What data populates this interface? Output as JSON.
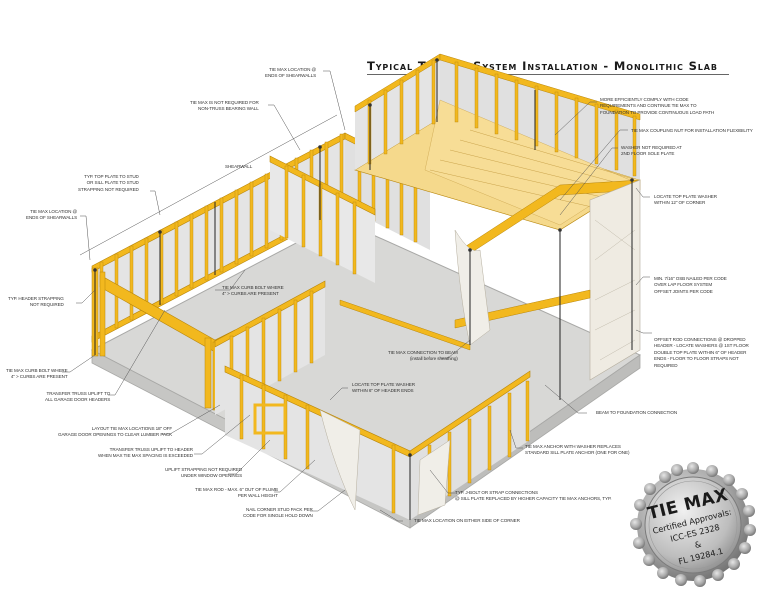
{
  "title": "Typical Tie Max System Installation - Monolithic Slab",
  "colors": {
    "framing": "#F2B81E",
    "framing_edge": "#B8860B",
    "slab": "#D8D8D6",
    "slab_edge": "#A8A8A6",
    "floor_interior": "#CFCFCF",
    "wall_background": "#E4E4E4",
    "subfloor": "#F5D98C",
    "sheathing": "#EFEBE2",
    "rod": "#222222",
    "leader": "#555555",
    "text": "#333333",
    "seal_outer": "#8A8A8A",
    "seal_inner": "#BDBDBD"
  },
  "annotations": [
    {
      "id": "tie-max-location-top",
      "lines": [
        "TIE MAX LOCATION @",
        "ENDS OF SHEARWALLS"
      ]
    },
    {
      "id": "not-required-non-truss",
      "lines": [
        "TIE MAX IS NOT REQUIRED FOR",
        "NON-TRUSS BEARING WALL"
      ]
    },
    {
      "id": "shearwall",
      "lines": [
        "SHEARWALL"
      ]
    },
    {
      "id": "top-plate-strapping",
      "lines": [
        "TYP. TOP PLATE TO STUD",
        "OR SILL PLATE TO STUD",
        "STRAPPING NOT REQUIRED"
      ]
    },
    {
      "id": "tie-max-location-left",
      "lines": [
        "TIE MAX LOCATION @",
        "ENDS OF SHEARWALLS"
      ]
    },
    {
      "id": "header-strapping",
      "lines": [
        "TYP. HEADER STRAPPING",
        "NOT REQUIRED"
      ]
    },
    {
      "id": "curb-bolt-interior",
      "lines": [
        "TIE MAX CURB BOLT WHERE",
        "4\" > CURBS ARE PRESENT"
      ]
    },
    {
      "id": "curb-bolt-left",
      "lines": [
        "TIE MAX CURB BOLT WHERE",
        "4\" > CURBS ARE PRESENT"
      ]
    },
    {
      "id": "transfer-truss-garage",
      "lines": [
        "TRANSFER TRUSS UPLIFT TO",
        "ALL GARAGE DOOR HEADERS"
      ]
    },
    {
      "id": "layout-garage",
      "lines": [
        "LAYOUT TIE MAX LOCATIONS 18\" OFF",
        "GARAGE DOOR OPENINGS TO CLEAR LUMBER PACK"
      ]
    },
    {
      "id": "transfer-truss-header",
      "lines": [
        "TRANSFER TRUSS UPLIFT TO HEADER",
        "WHEN MAX TIE MAX SPACING IS EXCEEDED"
      ]
    },
    {
      "id": "uplift-strapping-window",
      "lines": [
        "UPLIFT STRAPPING NOT REQUIRED",
        "UNDER WINDOW OPENINGS"
      ]
    },
    {
      "id": "rod-plumb",
      "lines": [
        "TIE MAX ROD - MAX. 6\" OUT OF PLUMB",
        "PER WALL HEIGHT"
      ]
    },
    {
      "id": "nail-corner",
      "lines": [
        "NAIL CORNER STUD PACK PER",
        "CODE FOR SINGLE HOLD DOWN"
      ]
    },
    {
      "id": "tie-max-corner",
      "lines": [
        "TIE MAX LOCATION ON EITHER SIDE OF CORNER"
      ]
    },
    {
      "id": "bolt-strap",
      "lines": [
        "TYP. J-BOLT OR STRAP CONNECTIONS",
        "@ SILL PLATE REPLACED BY HIGHER CAPACITY TIE MAX ANCHORS, TYP."
      ]
    },
    {
      "id": "anchor-washer",
      "lines": [
        "TIE MAX ANCHOR WITH WASHER REPLACES",
        "STANDARD SILL PLATE ANCHOR (ONE FOR ONE)"
      ]
    },
    {
      "id": "connection-beam",
      "lines": [
        "TIE MAX CONNECTION TO BEAM",
        "(install before sheathing)"
      ]
    },
    {
      "id": "locate-washer-header",
      "lines": [
        "LOCATE TOP PLATE WASHER",
        "WITHIN 6\" OF HEADER ENDS"
      ]
    },
    {
      "id": "beam-foundation",
      "lines": [
        "BEAM TO FOUNDATION CONNECTION"
      ]
    },
    {
      "id": "code-comply",
      "lines": [
        "MORE EFFICIENTLY COMPLY WITH CODE",
        "REQUIREMENTS AND CONTINUE TIE MAX TO",
        "FOUNDATION TO PROVIDE CONTINUOUS LOAD PATH"
      ]
    },
    {
      "id": "coupling-nut",
      "lines": [
        "TIE MAX COUPLING NUT FOR INSTALLATION FLEXIBILITY"
      ]
    },
    {
      "id": "washer-2nd-floor",
      "lines": [
        "WASHER NOT REQUIRED AT",
        "2ND FLOOR SOLE PLATE"
      ]
    },
    {
      "id": "locate-washer-corner",
      "lines": [
        "LOCATE TOP PLATE WASHER",
        "WITHIN 12\" OF CORNER"
      ]
    },
    {
      "id": "osb",
      "lines": [
        "MIN. 7/16\" OSB NAILED PER CODE",
        "OVER LAP FLOOR SYSTEM",
        "OFFSET JOINTS PER CODE"
      ]
    },
    {
      "id": "offset-rod",
      "lines": [
        "OFFSET ROD CONNECTIONS @ DROPPED",
        "HEADER - LOCATE WASHERS @ 1ST FLOOR",
        "DOUBLE TOP PLATE WITHIN 6\" OF HEADER",
        "ENDS - FLOOR TO FLOOR STRAPS NOT",
        "REQUIRED"
      ]
    }
  ],
  "seal": {
    "brand": "TIE MAX",
    "line1": "Certified Approvals:",
    "line2": "ICC-ES 2328",
    "line3": "&",
    "line4": "FL 19284.1"
  }
}
